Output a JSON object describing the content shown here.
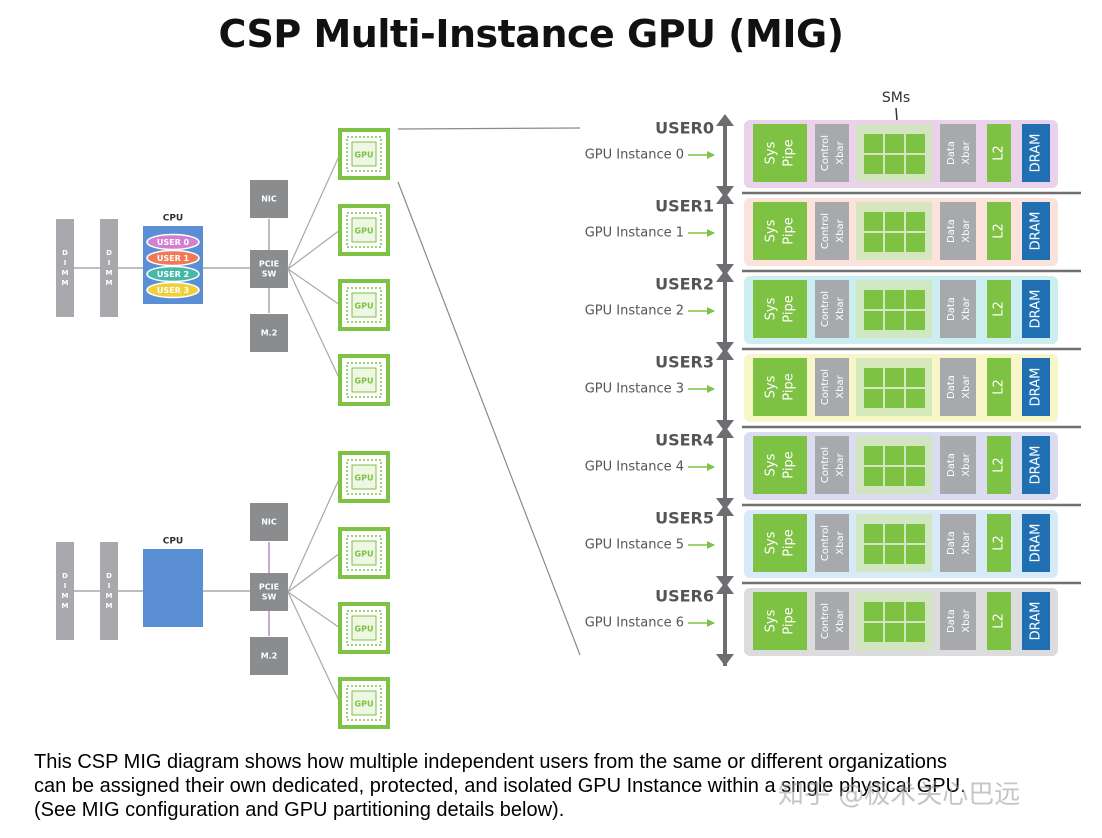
{
  "title": "CSP Multi-Instance GPU (MIG)",
  "sms_label": "SMs",
  "server1": {
    "dimm_label": "DIMM",
    "cpu_label": "CPU",
    "users": [
      "USER 0",
      "USER 1",
      "USER 2",
      "USER 3"
    ],
    "nic_label": "NIC",
    "pcie_label": [
      "PCIE",
      "SW"
    ],
    "m2_label": "M.2",
    "gpu_label": "GPU"
  },
  "server2": {
    "dimm_label": "DIMM",
    "cpu_label": "CPU",
    "nic_label": "NIC",
    "pcie_label": [
      "PCIE",
      "SW"
    ],
    "m2_label": "M.2",
    "gpu_label": "GPU"
  },
  "instances": [
    {
      "user": "USER0",
      "label": "GPU Instance 0"
    },
    {
      "user": "USER1",
      "label": "GPU Instance 1"
    },
    {
      "user": "USER2",
      "label": "GPU Instance 2"
    },
    {
      "user": "USER3",
      "label": "GPU Instance 3"
    },
    {
      "user": "USER4",
      "label": "GPU Instance 4"
    },
    {
      "user": "USER5",
      "label": "GPU Instance 5"
    },
    {
      "user": "USER6",
      "label": "GPU Instance 6"
    }
  ],
  "blocks": {
    "sys_pipe": [
      "Sys",
      "Pipe"
    ],
    "control_xbar": [
      "Control",
      "Xbar"
    ],
    "data_xbar": [
      "Data",
      "Xbar"
    ],
    "l2": "L2",
    "dram": "DRAM"
  },
  "colors": {
    "green": "#7dc242",
    "gray": "#a7a9ac",
    "dark_gray": "#8a8c8e",
    "dram_blue": "#1f6fb2",
    "cpu_blue": "#5b8fd4",
    "arrow_gray": "#6d6e71",
    "row_bg": [
      "#ead3ea",
      "#fbe3db",
      "#cdeef0",
      "#f8f5c8",
      "#dcdcf1",
      "#d8eaf8",
      "#dcdcdc"
    ],
    "user_pills": [
      "#d37fd0",
      "#f07a55",
      "#46b8a8",
      "#f1cf3b"
    ]
  },
  "caption": [
    "This CSP MIG diagram shows how multiple independent users from the same or different organizations",
    "can be assigned their own dedicated, protected, and isolated GPU Instance within a single physical GPU.",
    "(See MIG configuration and GPU partitioning details below)."
  ],
  "watermark": "知乎 @极术关心巴远"
}
